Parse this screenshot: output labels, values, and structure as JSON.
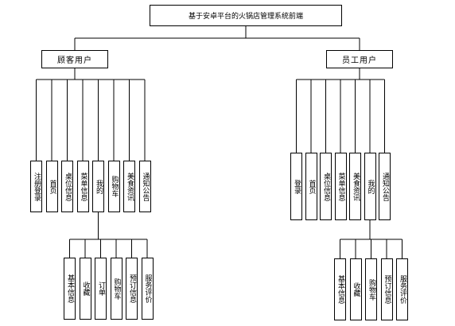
{
  "title": "基于安卓平台的火锅店管理系统前端",
  "customer": {
    "label": "顾客用户",
    "modules": [
      "注册登录",
      "首页",
      "桌位信息",
      "菜单信息",
      "我的",
      "购物车",
      "美食资讯",
      "通知公告"
    ],
    "my_sub": [
      "基本信息",
      "收藏",
      "订单",
      "购物车",
      "预订信息",
      "服务评价"
    ]
  },
  "staff": {
    "label": "员工用户",
    "modules": [
      "登录",
      "首页",
      "桌位信息",
      "菜单信息",
      "美食资讯",
      "我的",
      "通知公告"
    ],
    "my_sub": [
      "基本信息",
      "收藏",
      "购物车",
      "预订信息",
      "服务评价"
    ]
  }
}
